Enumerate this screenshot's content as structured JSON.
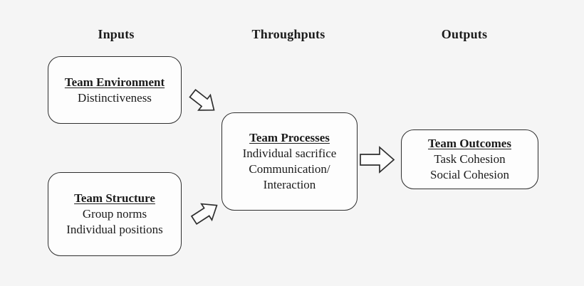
{
  "diagram": {
    "columns": [
      {
        "id": "inputs",
        "label": "Inputs"
      },
      {
        "id": "throughputs",
        "label": "Throughputs"
      },
      {
        "id": "outputs",
        "label": "Outputs"
      }
    ],
    "boxes": [
      {
        "id": "team-environment",
        "column": "Inputs",
        "title": "Team Environment",
        "items": [
          "Distinctiveness"
        ]
      },
      {
        "id": "team-structure",
        "column": "Inputs",
        "title": "Team Structure",
        "items": [
          "Group norms",
          "Individual positions"
        ]
      },
      {
        "id": "team-processes",
        "column": "Throughputs",
        "title": "Team Processes",
        "items": [
          "Individual sacrifice",
          "Communication/",
          "Interaction"
        ]
      },
      {
        "id": "team-outcomes",
        "column": "Outputs",
        "title": "Team Outcomes",
        "items": [
          "Task Cohesion",
          "Social Cohesion"
        ]
      }
    ],
    "arrows": [
      {
        "id": "environment-to-processes",
        "from": "Team Environment",
        "to": "Team Processes",
        "direction": "down-right"
      },
      {
        "id": "structure-to-processes",
        "from": "Team Structure",
        "to": "Team Processes",
        "direction": "up-right"
      },
      {
        "id": "processes-to-outcomes",
        "from": "Team Processes",
        "to": "Team Outcomes",
        "direction": "right"
      }
    ],
    "colors": {
      "background": "#f5f5f5",
      "box_fill": "#fdfdfd",
      "stroke": "#2e2e2e",
      "text": "#1b1b1b"
    }
  }
}
